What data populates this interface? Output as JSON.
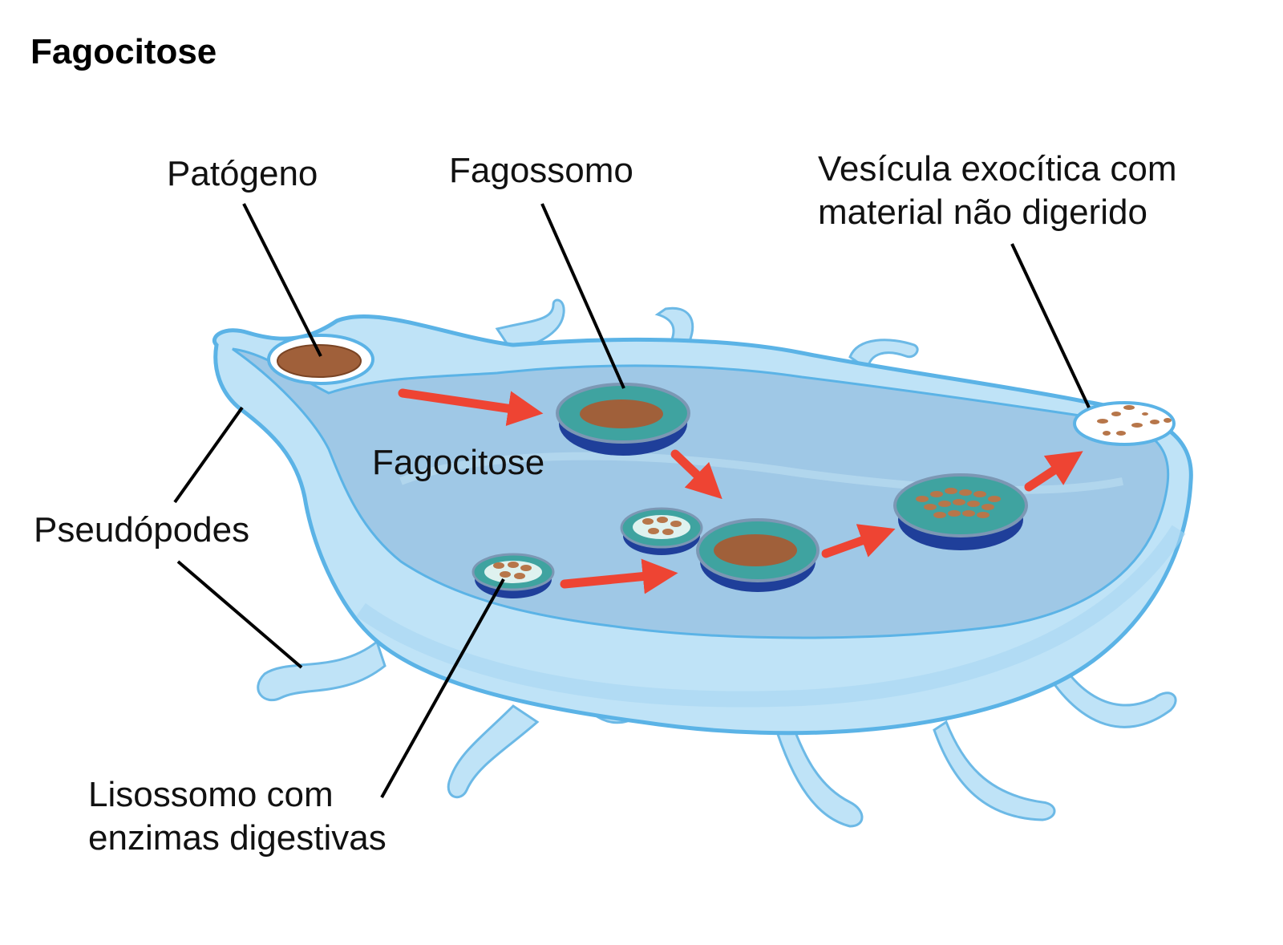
{
  "title": "Fagocitose",
  "labels": {
    "pathogen": "Patógeno",
    "phagosome": "Fagossomo",
    "exocytic_vesicle_line1": "Vesícula exocítica com",
    "exocytic_vesicle_line2": "material não digerido",
    "phagocytosis": "Fagocitose",
    "pseudopods": "Pseudópodes",
    "lysosome_line1": "Lisossomo com",
    "lysosome_line2": "enzimas digestivas"
  },
  "colors": {
    "cell_outer": "#bfe3f7",
    "cell_border": "#5bb3e6",
    "cytoplasm": "#9fc8e6",
    "vesicle_teal": "#3fa3a0",
    "vesicle_dark": "#1f3f9a",
    "particle_brown": "#a0603a",
    "arrow_red": "#ee4433",
    "leader_line": "#000000"
  }
}
